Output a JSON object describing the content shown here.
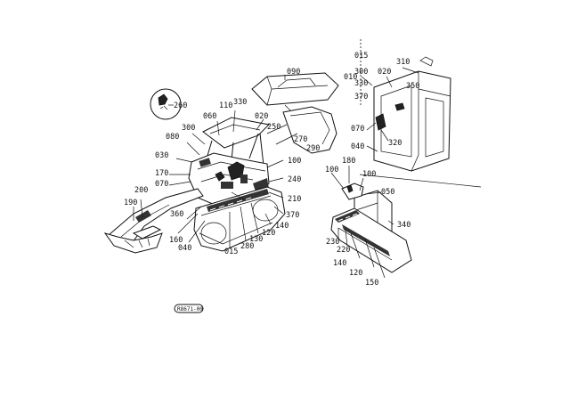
{
  "labels": {
    "l090": "090",
    "l015a": "015",
    "l010": "010",
    "l300a": "300",
    "l330a": "330",
    "l370a": "370",
    "l020a": "020",
    "l310a": "310",
    "l350": "350",
    "l260": "260",
    "l110": "110",
    "l330b": "330",
    "l060": "060",
    "l020b": "020",
    "l300b": "300",
    "l080": "080",
    "l250": "250",
    "l270": "270",
    "l290": "290",
    "l030": "030",
    "l100a": "100",
    "l170": "170",
    "l240": "240",
    "l070a": "070",
    "l070b": "070",
    "l040a": "040",
    "l320": "320",
    "l200": "200",
    "l210": "210",
    "l190": "190",
    "l180": "180",
    "l100b": "100",
    "l100c": "100",
    "l360": "360",
    "l370b": "370",
    "l140a": "140",
    "l050": "050",
    "l120a": "120",
    "l160": "160",
    "l130": "130",
    "l040b": "040",
    "l280": "280",
    "l015b": "015",
    "l340": "340",
    "l230": "230",
    "l220": "220",
    "l140b": "140",
    "l120b": "120",
    "l150": "150"
  },
  "badge": "R8671-00"
}
